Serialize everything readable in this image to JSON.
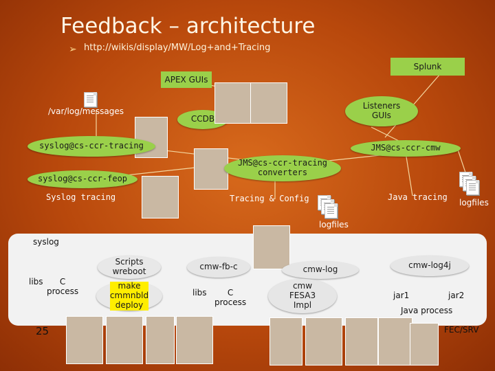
{
  "title": "Feedback – architecture",
  "url": "http://wikis/display/MW/Log+and+Tracing",
  "nodes": {
    "splunk": "Splunk",
    "apex_guis": "APEX GUIs",
    "var_log": "/var/log/messages",
    "ccdb": "CCDB",
    "listeners": "Listeners\nGUIs",
    "syslog_tracing": "syslog@cs-ccr-tracing",
    "jms_cmw": "JMS@cs-ccr-cmw",
    "jms_tracing": "JMS@cs-ccr-tracing",
    "converters": "converters",
    "syslog_feop": "syslog@cs-ccr-feop",
    "syslog_tracing_label": "Syslog tracing",
    "tracing_config": "Tracing & Config",
    "java_tracing": "Java tracing",
    "logfiles_right": "logfiles",
    "logfiles_mid": "logfiles"
  },
  "panel": {
    "syslog": "syslog",
    "libs_left": "libs",
    "c_process_left": "C\nprocess",
    "scripts": "Scripts\nwreboot",
    "make": "make\ncmmnbld\ndeploy",
    "cmw_fb_c": "cmw-fb-c",
    "libs_mid": "libs",
    "c_process_mid": "C\nprocess",
    "cmw_log": "cmw-log",
    "cmw_fesa": "cmw\nFESA3\nImpl",
    "cmw_log4j": "cmw-log4j",
    "jar1": "jar1",
    "jar2": "jar2",
    "java_process": "Java process"
  },
  "page_number": "25",
  "fec_srv": "FEC/SRV"
}
